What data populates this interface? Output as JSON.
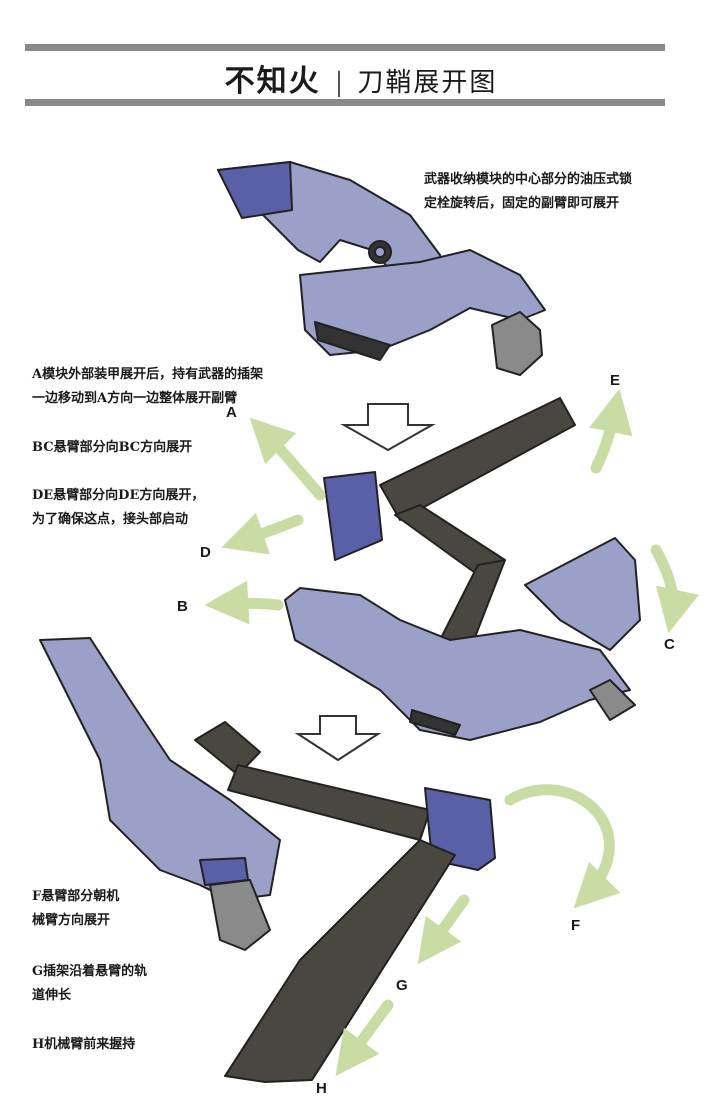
{
  "header": {
    "title_main": "不知火",
    "separator": "|",
    "title_sub": "刀鞘展开图"
  },
  "notes": {
    "top": [
      "武器收纳模块的中心部分的油压式锁",
      "定栓旋转后，固定的副臂即可展开"
    ],
    "a": [
      "A模块外部装甲展开后，持有武器的插架",
      "一边移动到A方向一边整体展开副臂"
    ],
    "bc": "BC悬臂部分向BC方向展开",
    "de": [
      "DE悬臂部分向DE方向展开，",
      "为了确保这点，接头部启动"
    ],
    "f": [
      "F悬臂部分朝机",
      "械臂方向展开"
    ],
    "g": [
      "G插架沿着悬臂的轨",
      "道伸长"
    ],
    "h": "H机械臂前来握持"
  },
  "labels": {
    "A": "A",
    "B": "B",
    "C": "C",
    "D": "D",
    "E": "E",
    "F": "F",
    "G": "G",
    "H": "H"
  },
  "colors": {
    "armor": "#9aa0c8",
    "armor_dark": "#5a60a8",
    "arm": "#4a4640",
    "arrow": "#c9dca4",
    "rule": "#8a8a8a"
  }
}
